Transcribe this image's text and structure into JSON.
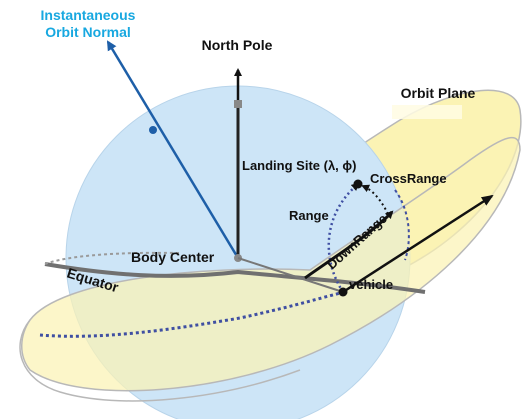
{
  "labels": {
    "orbit_normal_line1": "Instantaneous",
    "orbit_normal_line2": "Orbit Normal",
    "north_pole": "North Pole",
    "orbit_plane": "Orbit Plane",
    "landing_site": "Landing Site (λ, ϕ)",
    "cross_range": "CrossRange",
    "range": "Range",
    "down_range": "DownRange",
    "body_center": "Body Center",
    "equator": "Equator",
    "vehicle": "vehicle"
  },
  "colors": {
    "sphere_fill": "#cde5f7",
    "orbit_plane_fill": "#fbf3b4",
    "orbit_normal": "#1e5fa8",
    "orbit_normal_label": "#18a8e0",
    "equator": "#707070",
    "orbit_path": "#3f4fa2",
    "arrows": "#111111"
  }
}
